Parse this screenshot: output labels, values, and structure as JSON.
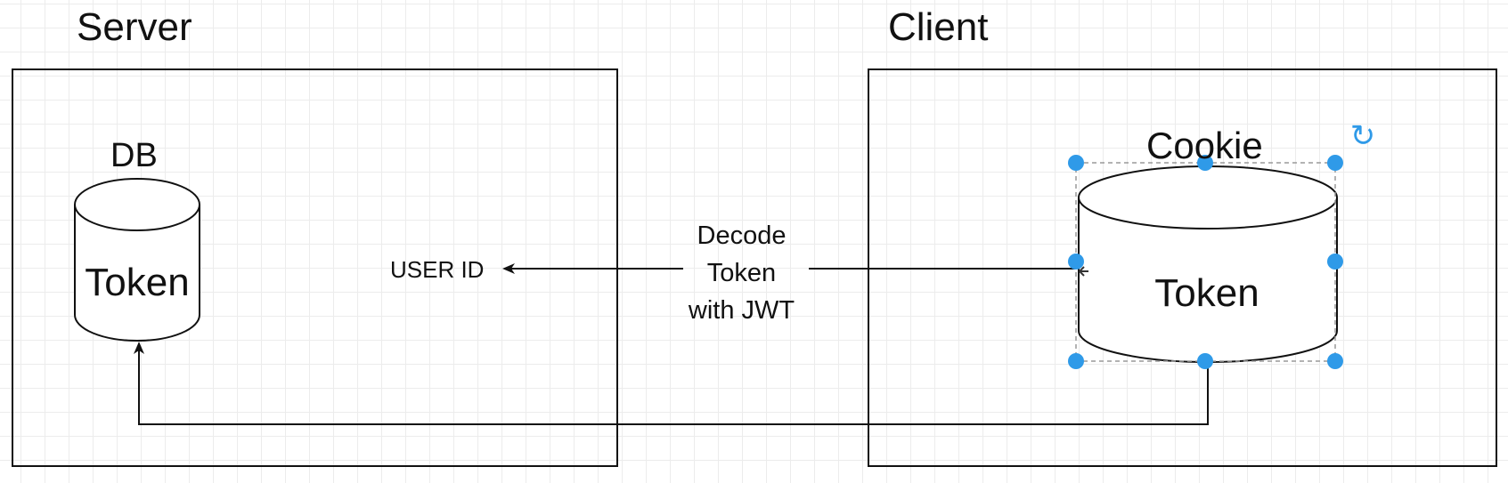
{
  "diagram": {
    "server": {
      "title": "Server"
    },
    "client": {
      "title": "Client"
    },
    "db": {
      "label": "DB",
      "content": "Token"
    },
    "cookie": {
      "label": "Cookie",
      "content": "Token"
    },
    "result_label": "USER ID",
    "arrow_label": [
      "Decode",
      "Token",
      "with JWT"
    ],
    "colors": {
      "stroke": "#111111",
      "selection_handle": "#2f9ae8",
      "grid": "#ececec"
    },
    "icons": [
      "rotate-icon",
      "arrow-head-icon",
      "cursor-icon"
    ]
  }
}
